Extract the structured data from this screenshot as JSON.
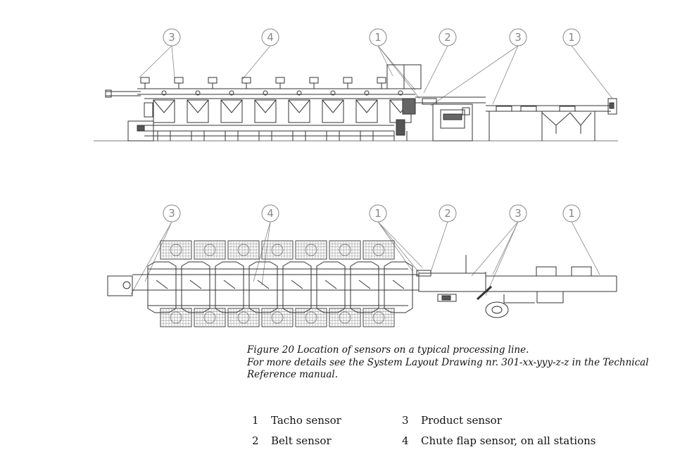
{
  "callouts_top": [
    "3",
    "4",
    "1",
    "2",
    "3",
    "1"
  ],
  "callouts_bottom": [
    "3",
    "4",
    "1",
    "2",
    "3",
    "1"
  ],
  "caption": {
    "line1": "Figure 20  Location of sensors on a typical processing line.",
    "line2": "For more details see the System Layout Drawing nr. 301-xx-yyy-z-z in the Technical",
    "line3": "Reference manual."
  },
  "legend": [
    {
      "num": "1",
      "label": "Tacho sensor"
    },
    {
      "num": "2",
      "label": "Belt sensor"
    },
    {
      "num": "3",
      "label": "Product sensor"
    },
    {
      "num": "4",
      "label": "Chute flap sensor, on all stations"
    }
  ]
}
